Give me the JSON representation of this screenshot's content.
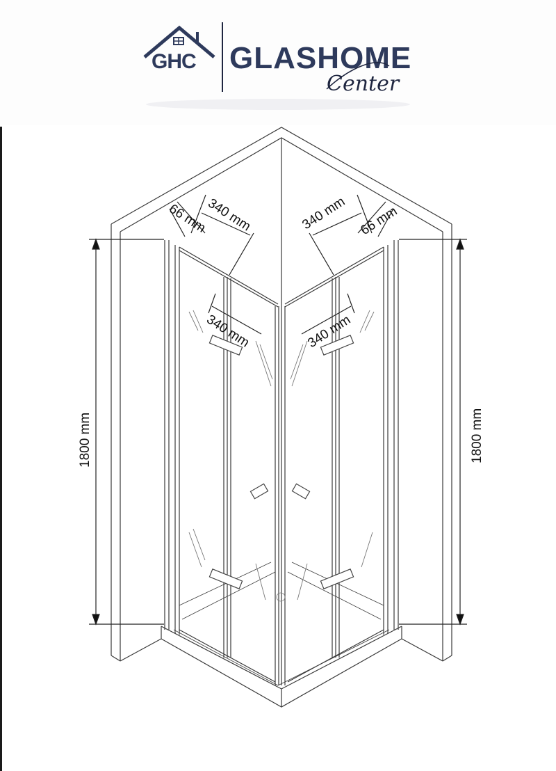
{
  "logo": {
    "monogram": "GHC",
    "brand_name": "GLASHOME",
    "brand_script": "Center",
    "brand_color": "#2e3a5c"
  },
  "diagram": {
    "subject": "corner-shower-enclosure-bifold-doors",
    "line_color": "#333333",
    "dimensions": {
      "top_left_fixed_width": "66 mm",
      "top_left_door_width": "340 mm",
      "top_right_door_width": "340 mm",
      "top_right_fixed_width": "66 mm",
      "mid_left_door_width": "340 mm",
      "mid_right_door_width": "340 mm",
      "left_height": "1800 mm",
      "right_height": "1800 mm"
    }
  }
}
